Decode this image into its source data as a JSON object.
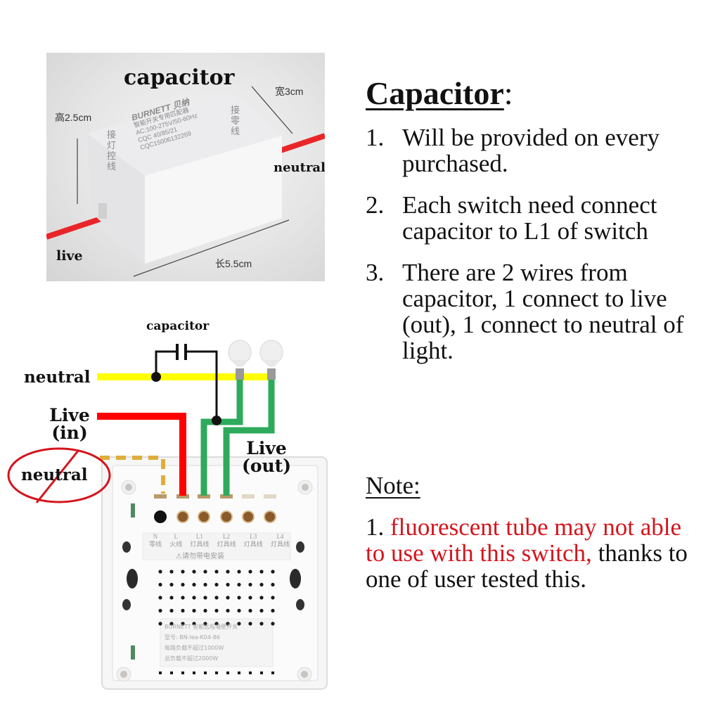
{
  "photo": {
    "title": "capacitor",
    "label_live": "live",
    "label_neutral": "neutral",
    "dim_width": "宽3cm",
    "dim_height": "高2.5cm",
    "dim_length": "长5.5cm",
    "box_brand": "BURNETT 贝纳",
    "box_line1": "智能开关专用匹配器",
    "box_line2": "AC:100-275V/50-60Hz",
    "box_line3": "CQC 40/85/21",
    "box_line4": "CQC15006132269",
    "box_side_left": "接灯控线",
    "box_side_right": "接零线"
  },
  "diagram": {
    "capacitor_label": "capacitor",
    "neutral_label": "neutral",
    "live_in_label_1": "Live",
    "live_in_label_2": "(in)",
    "live_out_label_1": "Live",
    "live_out_label_2": "(out)",
    "crossed_neutral_label": "neutral",
    "terminals": [
      {
        "code": "N",
        "cn": "零线"
      },
      {
        "code": "L",
        "cn": "火线"
      },
      {
        "code": "L1",
        "cn": "灯具线"
      },
      {
        "code": "L2",
        "cn": "灯具线"
      },
      {
        "code": "L3",
        "cn": "灯具线"
      },
      {
        "code": "L4",
        "cn": "灯具线"
      }
    ],
    "warning": "⚠请勿带电安装",
    "plate_line1": "BURNETT 智能远程墙壁开关",
    "plate_line2": "型号: BN-lea-K04-86",
    "plate_line3": "每路负载不超过1000W",
    "plate_line4": "总负载不超过2000W",
    "colors": {
      "neutral": "#ffff00",
      "live_in": "#ff0000",
      "live_out": "#2eaa5c",
      "capacitor_wire": "#111111",
      "dashed_neutral": "#e0ad3a",
      "cross_out": "#d4141c"
    }
  },
  "capacitor_info": {
    "heading": "Capacitor",
    "heading_colon": ":",
    "items": [
      {
        "num": "1.",
        "text": "Will be provided on every purchased."
      },
      {
        "num": "2.",
        "text": "Each switch need connect capacitor to L1 of switch"
      },
      {
        "num": "3.",
        "text": "There are 2 wires from capacitor, 1 connect to live (out), 1 connect to neutral of light."
      }
    ]
  },
  "note": {
    "heading": "Note:",
    "num": "1.",
    "warning_text": "fluorescent tube may not able to use with this switch,",
    "rest_text": "thanks to one of user tested this.",
    "warning_color": "#d4141c"
  }
}
